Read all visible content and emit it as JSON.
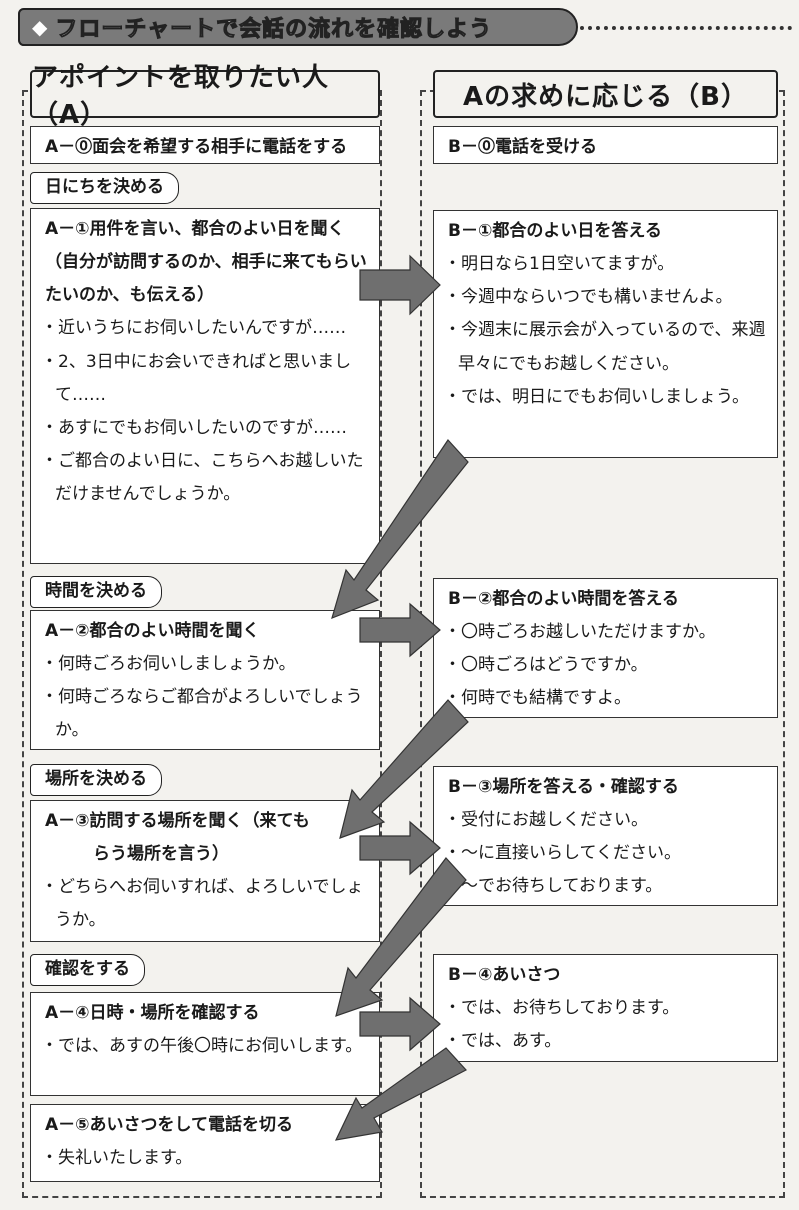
{
  "banner": {
    "title": "フローチャートで会話の流れを確認しよう"
  },
  "columns": {
    "a_title": "アポイントを取りたい人（A）",
    "b_title": "Aの求めに応じる（B）"
  },
  "sections": {
    "s1": "日にちを決める",
    "s2": "時間を決める",
    "s3": "場所を決める",
    "s4": "確認をする"
  },
  "a_steps": {
    "a0": {
      "head": "A－⓪面会を希望する相手に電話をする"
    },
    "a1": {
      "head": "A－①用件を言い、都合のよい日を聞く（自分が訪問するのか、相手に来てもらいたいのか、も伝える）",
      "items": [
        "近いうちにお伺いしたいんですが……",
        "2、3日中にお会いできればと思いまして……",
        "あすにでもお伺いしたいのですが……",
        "ご都合のよい日に、こちらへお越しいただけませんでしょうか。"
      ]
    },
    "a2": {
      "head": "A－②都合のよい時間を聞く",
      "items": [
        "何時ごろお伺いしましょうか。",
        "何時ごろならご都合がよろしいでしょうか。"
      ]
    },
    "a3": {
      "head1": "A－③訪問する場所を聞く（来ても",
      "head2": "らう場所を言う）",
      "items": [
        "どちらへお伺いすれば、よろしいでしょうか。"
      ]
    },
    "a4": {
      "head": "A－④日時・場所を確認する",
      "items": [
        "では、あすの午後〇時にお伺いします。"
      ]
    },
    "a5": {
      "head": "A－⑤あいさつをして電話を切る",
      "items": [
        "失礼いたします。"
      ]
    }
  },
  "b_steps": {
    "b0": {
      "head": "B－⓪電話を受ける"
    },
    "b1": {
      "head": "B－①都合のよい日を答える",
      "items": [
        "明日なら1日空いてますが。",
        "今週中ならいつでも構いませんよ。",
        "今週末に展示会が入っているので、来週早々にでもお越しください。",
        "では、明日にでもお伺いしましょう。"
      ]
    },
    "b2": {
      "head": "B－②都合のよい時間を答える",
      "items": [
        "〇時ごろお越しいただけますか。",
        "〇時ごろはどうですか。",
        "何時でも結構ですよ。"
      ]
    },
    "b3": {
      "head": "B－③場所を答える・確認する",
      "items": [
        "受付にお越しください。",
        "～に直接いらしてください。",
        "～でお待ちしております。"
      ]
    },
    "b4": {
      "head": "B－④あいさつ",
      "items": [
        "では、お待ちしております。",
        "では、あす。"
      ]
    }
  }
}
